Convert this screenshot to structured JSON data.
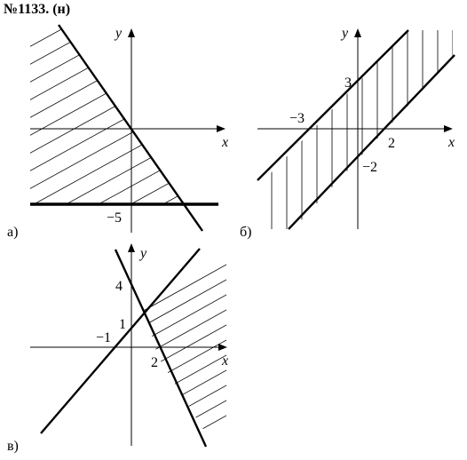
{
  "problem_number": "№1133. (н)",
  "panels": {
    "a": {
      "label": "а)",
      "x_axis": "x",
      "y_axis": "y",
      "ticks": {
        "y_neg5": "−5"
      }
    },
    "b": {
      "label": "б)",
      "x_axis": "x",
      "y_axis": "y",
      "ticks": {
        "x_neg3": "−3",
        "x_2": "2",
        "y_3": "3",
        "y_neg2": "−2"
      }
    },
    "v": {
      "label": "в)",
      "x_axis": "x",
      "y_axis": "y",
      "ticks": {
        "y_4": "4",
        "y_1": "1",
        "x_neg1": "−1",
        "x_2": "2"
      }
    }
  },
  "colors": {
    "ink": "#000000",
    "background": "#ffffff"
  }
}
